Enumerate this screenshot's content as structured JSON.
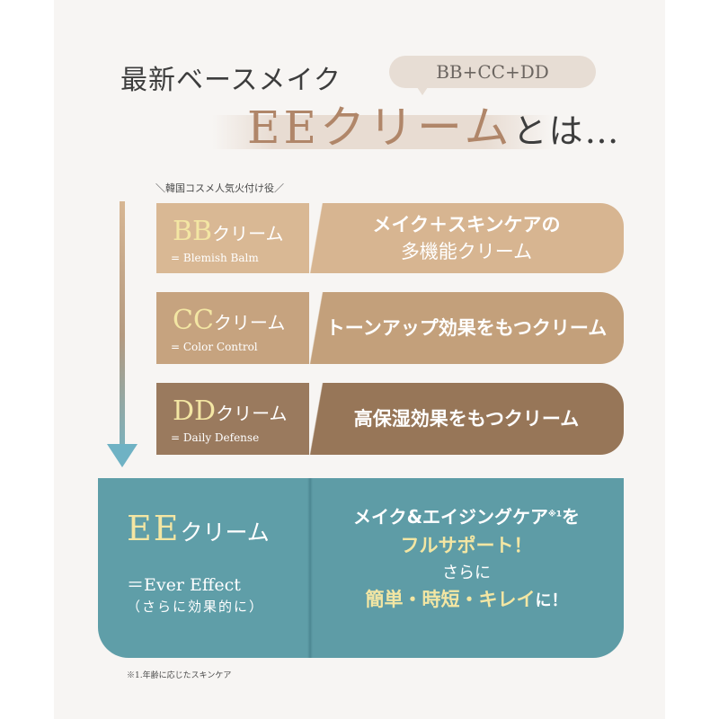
{
  "header": {
    "subtitle": "最新ベースメイク",
    "pill": "BB+CC+DD",
    "title_main": "EEクリーム",
    "title_tail": "とは…"
  },
  "tag": "＼韓国コスメ人気火付け役／",
  "rows": [
    {
      "abbr": "BB",
      "cream": "クリーム",
      "sub": "= Blemish Balm",
      "desc_lines": [
        "メイク＋スキンケアの",
        "多機能クリーム"
      ]
    },
    {
      "abbr": "CC",
      "cream": "クリーム",
      "sub": "= Color Control",
      "desc_lines": [
        "トーンアップ効果をもつクリーム"
      ]
    },
    {
      "abbr": "DD",
      "cream": "クリーム",
      "sub": "= Daily Defense",
      "desc_lines": [
        "高保湿効果をもつクリーム"
      ]
    }
  ],
  "ee": {
    "abbr": "EE",
    "cream": "クリーム",
    "sub1": "＝Ever Effect",
    "sub2": "（さらに効果的に）",
    "line1": "メイク&エイジングケア",
    "note_mark": "※1",
    "line1_tail": "を",
    "line2": "フルサポート！",
    "line3": "さらに",
    "line4": "簡単・時短・キレイ",
    "line4_tail": "に！"
  },
  "footnote": "※1.年齢に応じたスキンケア",
  "colors": {
    "bb": "#d9b894",
    "cc": "#c6a37f",
    "dd": "#9a7a5e",
    "ee": "#5f9ea8",
    "accent_gold": "#f3e6a3",
    "title_brown": "#b08669"
  },
  "icons": [
    "down-arrow-icon"
  ]
}
